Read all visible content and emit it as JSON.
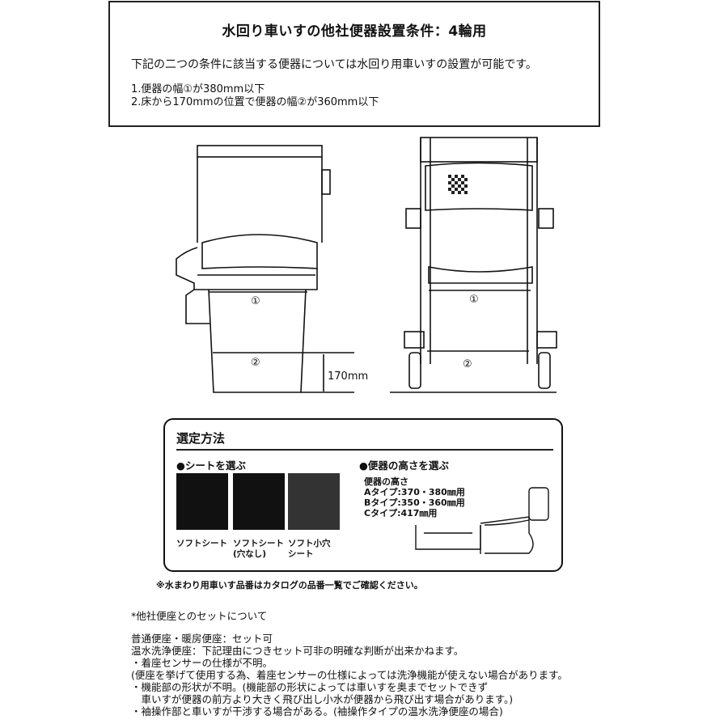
{
  "header": {
    "title": "水回り車いすの他社便器設置条件：4輪用",
    "lead": "下記の二つの条件に該当する便器については水回り用車いすの設置が可能です。",
    "conditions": [
      "1.便器の幅①が380mm以下",
      "2.床から170mmの位置で便器の幅②が360mm以下"
    ]
  },
  "diagrams": {
    "toilet": {
      "width1_label": "①",
      "width2_label": "②",
      "height_label": "170mm"
    },
    "wheelchair": {
      "width1_label": "①",
      "width2_label": "②"
    }
  },
  "selection": {
    "title": "選定方法",
    "seat_heading": "●シートを選ぶ",
    "seats": [
      {
        "line1": "ソフトシート",
        "line2": ""
      },
      {
        "line1": "ソフトシート",
        "line2": "(穴なし)"
      },
      {
        "line1": "ソフト小穴",
        "line2": "シート"
      }
    ],
    "height_heading": "●便器の高さを選ぶ",
    "height_label": "便器の高さ",
    "height_types": [
      "Aタイプ:370・380㎜用",
      "Bタイプ:350・360㎜用",
      "Cタイプ:417㎜用"
    ],
    "footnote": "※水まわり用車いす品番はカタログの品番一覧でご確認ください。"
  },
  "notes": {
    "heading": "*他社便座とのセットについて",
    "lines": [
      "普通便座・暖房便座：セット可",
      "温水洗浄便座：下記理由につきセット可非の明確な判断が出来かねます。",
      "・着座センサーの仕様が不明。",
      "(便座を挙げて使用する為、着座センサーの仕様によっては洗浄機能が使えない場合があります。",
      "・機能部の形状が不明。(機能部の形状によっては車いすを奥までセットできず",
      "　車いすが便器の前方より大きく飛び出し小水が便器から飛び出す場合があります。)",
      "・袖操作部と車いすが干渉する場合がある。(袖操作タイプの温水洗浄便座の場合)"
    ]
  }
}
